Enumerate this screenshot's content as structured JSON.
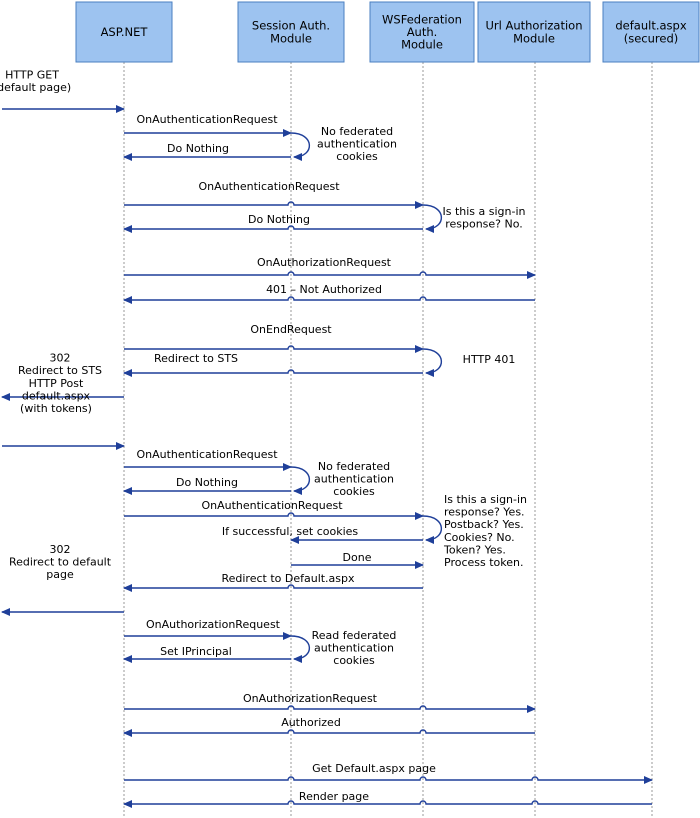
{
  "participants": [
    {
      "id": "asp",
      "lines": [
        "ASP.NET"
      ]
    },
    {
      "id": "sam",
      "lines": [
        "Session Auth.",
        "Module"
      ]
    },
    {
      "id": "wsf",
      "lines": [
        "WSFederation",
        "Auth.",
        "Module"
      ]
    },
    {
      "id": "url",
      "lines": [
        "Url Authorization",
        "Module"
      ]
    },
    {
      "id": "def",
      "lines": [
        "default.aspx",
        "(secured)"
      ]
    }
  ],
  "messages": [
    {
      "from": "left",
      "to": "asp",
      "label": [
        "HTTP GET",
        "(default page)"
      ],
      "label_pos": "above"
    },
    {
      "from": "asp",
      "to": "sam",
      "label": [
        "OnAuthenticationRequest"
      ],
      "label_pos": "above"
    },
    {
      "from": "sam",
      "to": "asp",
      "label": [
        "Do Nothing"
      ],
      "label_pos": "above"
    },
    {
      "from": "asp",
      "to": "wsf",
      "label": [
        "OnAuthenticationRequest"
      ],
      "label_pos": "above"
    },
    {
      "from": "wsf",
      "to": "asp",
      "label": [
        "Do Nothing"
      ],
      "label_pos": "above"
    },
    {
      "from": "asp",
      "to": "url",
      "label": [
        "OnAuthorizationRequest"
      ],
      "label_pos": "above"
    },
    {
      "from": "url",
      "to": "asp",
      "label": [
        "401 – Not Authorized"
      ],
      "label_pos": "above"
    },
    {
      "from": "asp",
      "to": "wsf",
      "label": [
        "OnEndRequest"
      ],
      "label_pos": "above"
    },
    {
      "from": "wsf",
      "to": "asp",
      "label": [
        "Redirect to STS"
      ],
      "label_pos": "above"
    },
    {
      "from": "asp",
      "to": "left",
      "label": [
        "302",
        "Redirect to STS"
      ],
      "label_pos": "above"
    },
    {
      "from": "left",
      "to": "asp",
      "label": [
        "HTTP Post",
        "default.aspx",
        "(with tokens)"
      ],
      "label_pos": "above"
    },
    {
      "from": "asp",
      "to": "sam",
      "label": [
        "OnAuthenticationRequest"
      ],
      "label_pos": "above"
    },
    {
      "from": "sam",
      "to": "asp",
      "label": [
        "Do Nothing"
      ],
      "label_pos": "above"
    },
    {
      "from": "asp",
      "to": "wsf",
      "label": [
        "OnAuthenticationRequest"
      ],
      "label_pos": "above"
    },
    {
      "from": "wsf",
      "to": "sam",
      "label": [
        "If successful, set cookies"
      ],
      "label_pos": "above"
    },
    {
      "from": "sam",
      "to": "wsf",
      "label": [
        "Done"
      ],
      "label_pos": "above"
    },
    {
      "from": "wsf",
      "to": "asp",
      "label": [
        "Redirect to Default.aspx"
      ],
      "label_pos": "above"
    },
    {
      "from": "asp",
      "to": "left",
      "label": [
        "302",
        "Redirect to default",
        "page"
      ],
      "label_pos": "above"
    },
    {
      "from": "asp",
      "to": "sam",
      "label": [
        "OnAuthorizationRequest"
      ],
      "label_pos": "above"
    },
    {
      "from": "sam",
      "to": "asp",
      "label": [
        "Set IPrincipal"
      ],
      "label_pos": "above"
    },
    {
      "from": "asp",
      "to": "url",
      "label": [
        "OnAuthorizationRequest"
      ],
      "label_pos": "above"
    },
    {
      "from": "url",
      "to": "asp",
      "label": [
        "Authorized"
      ],
      "label_pos": "above"
    },
    {
      "from": "asp",
      "to": "def",
      "label": [
        "Get Default.aspx page"
      ],
      "label_pos": "above"
    },
    {
      "from": "def",
      "to": "asp",
      "label": [
        "Render page"
      ],
      "label_pos": "above"
    }
  ],
  "self_loops": [
    {
      "at": "sam",
      "label": [
        "No federated",
        "authentication",
        "cookies"
      ]
    },
    {
      "at": "wsf",
      "label": [
        "Is this a sign-in",
        "response? No."
      ]
    },
    {
      "at": "wsf",
      "label": [
        "HTTP 401"
      ]
    },
    {
      "at": "sam",
      "label": [
        "No federated",
        "authentication",
        "cookies"
      ]
    },
    {
      "at": "wsf",
      "label": [
        "Is this a sign-in",
        "response? Yes.",
        "Postback? Yes.",
        "Cookies? No.",
        "Token? Yes.",
        "Process token."
      ]
    },
    {
      "at": "sam",
      "label": [
        "Read federated",
        "authentication",
        "cookies"
      ]
    }
  ]
}
